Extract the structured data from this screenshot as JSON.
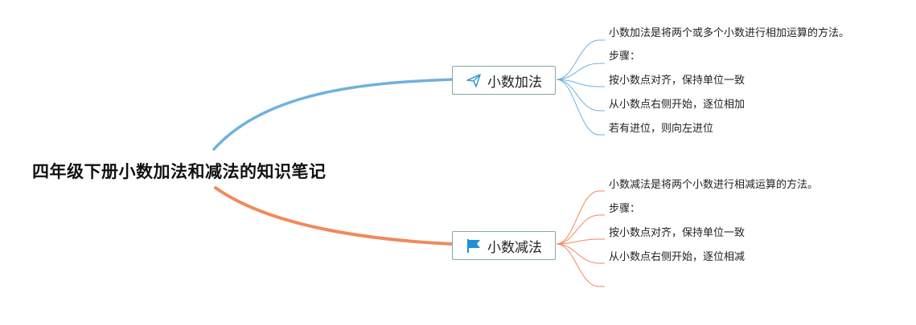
{
  "root": {
    "title": "四年级下册小数加法和减法的知识笔记"
  },
  "colors": {
    "addition_branch": "#6fb2dc",
    "subtraction_branch": "#f08a5d",
    "node_border": "#86a7a0",
    "add_icon": "#3f9bd4",
    "sub_icon": "#1f8fd8"
  },
  "branches": [
    {
      "label": "小数加法",
      "icon": "paper-plane-icon",
      "leaves": [
        "小数加法是将两个或多个小数进行相加运算的方法。",
        "步骤：",
        "按小数点对齐，保持单位一致",
        "从小数点右侧开始，逐位相加",
        "若有进位，则向左进位"
      ]
    },
    {
      "label": "小数减法",
      "icon": "flag-icon",
      "leaves": [
        "小数减法是将两个小数进行相减运算的方法。",
        "步骤：",
        "按小数点对齐，保持单位一致",
        "从小数点右侧开始，逐位相减",
        ""
      ]
    }
  ]
}
